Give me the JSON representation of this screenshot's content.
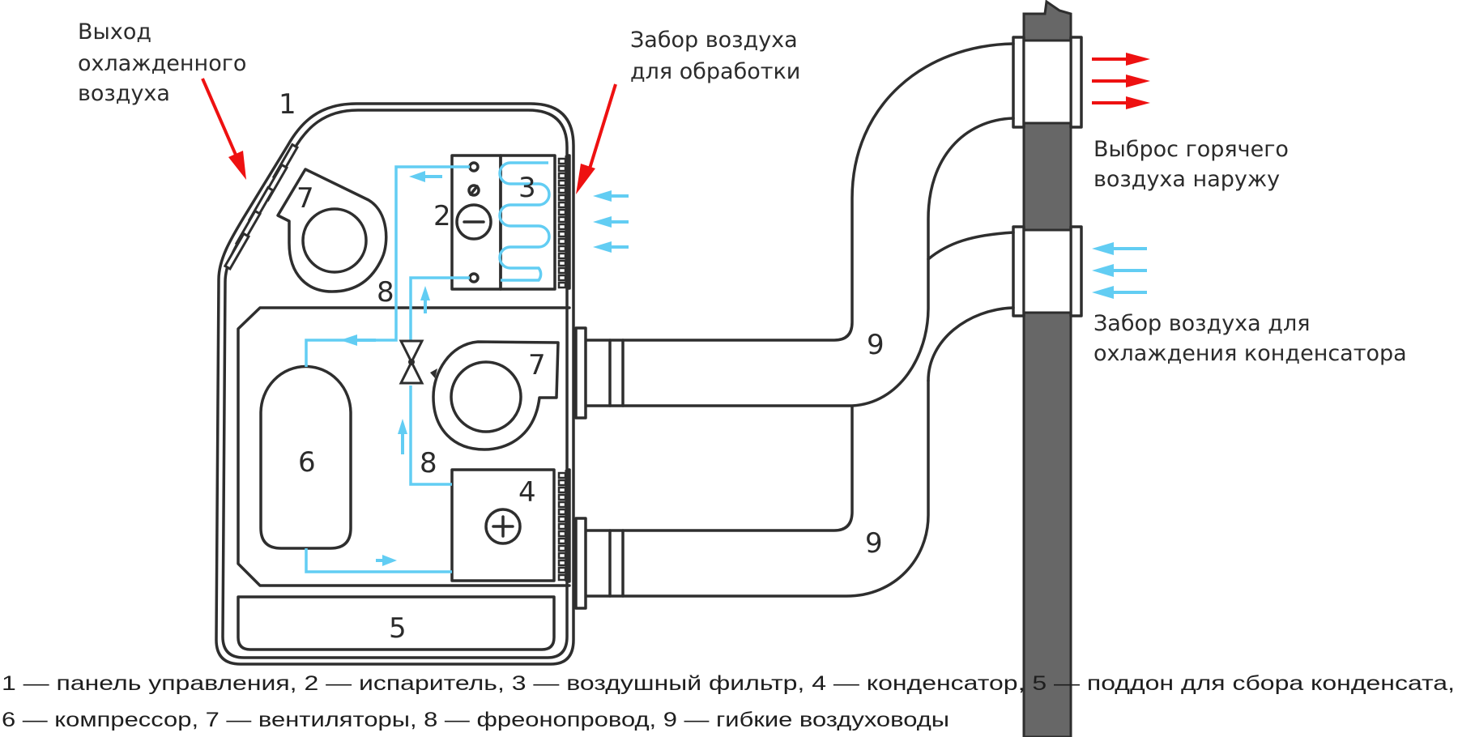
{
  "diagram": {
    "title": "Схема мобильного кондиционера",
    "callouts": {
      "cooled_air_out": [
        "Выход",
        "охлажденного",
        "воздуха"
      ],
      "air_intake_processing": [
        "Забор воздуха",
        "для обработки"
      ],
      "hot_air_out": [
        "Выброс горячего",
        "воздуха наружу"
      ],
      "air_intake_condenser": [
        "Забор воздуха для",
        "охлаждения конденсатора"
      ]
    },
    "component_numbers": {
      "panel": "1",
      "evaporator": "2",
      "filter": "3",
      "condenser": "4",
      "pan": "5",
      "compressor": "6",
      "fan_upper": "7",
      "fan_lower": "7",
      "freon_line_upper": "8",
      "freon_line_lower": "8",
      "duct_upper": "9",
      "duct_lower": "9"
    },
    "legend": [
      "1 — панель управления, 2 — испаритель, 3 — воздушный фильтр, 4 — конденсатор, 5 — поддон для сбора конденсата,",
      "6 — компрессор, 7 — вентиляторы, 8 — фреонопровод, 9 — гибкие воздуховоды"
    ],
    "colors": {
      "outline": "#2e2e2e",
      "refrigerant_line": "#62CDF3",
      "cold_air_arrow": "#62CDF3",
      "hot_air_arrow": "#ee1111",
      "wall": "#676767"
    },
    "symbols": {
      "evaporator_sign": "minus-sign",
      "condenser_sign": "plus-sign"
    }
  }
}
